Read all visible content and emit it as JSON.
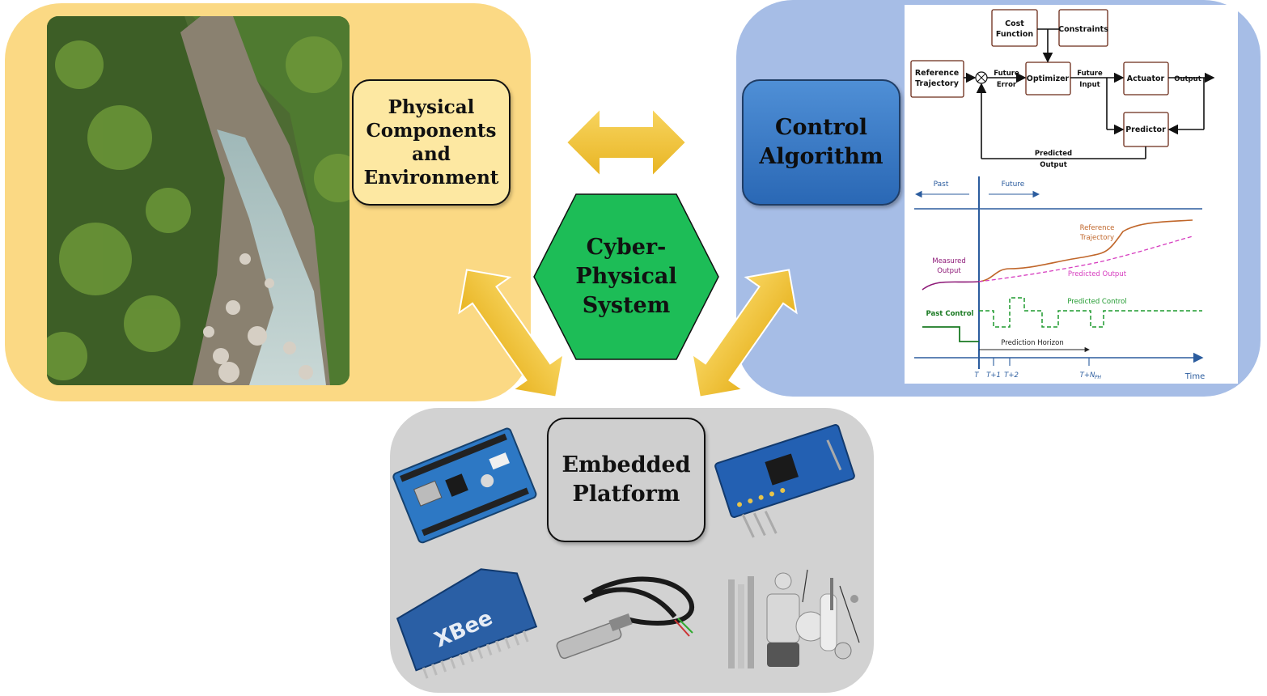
{
  "labels": {
    "physical": [
      "Physical",
      "Components",
      "and",
      "Environment"
    ],
    "control": [
      "Control",
      "Algorithm"
    ],
    "cps": [
      "Cyber-",
      "Physical",
      "System"
    ],
    "embedded": [
      "Embedded",
      "Platform"
    ]
  },
  "mpc_diagram": {
    "blocks": {
      "cost_function": [
        "Cost",
        "Function"
      ],
      "constraints": "Constraints",
      "reference_trajectory": [
        "Reference",
        "Trajectory"
      ],
      "optimizer": "Optimizer",
      "actuator": "Actuator",
      "predictor": "Predictor"
    },
    "signals": {
      "future_error": [
        "Future",
        "Error"
      ],
      "future_input": [
        "Future",
        "Input"
      ],
      "output": "Output",
      "predicted_output": [
        "Predicted",
        "Output"
      ]
    }
  },
  "chart_data": {
    "type": "line",
    "title": "",
    "annotations": {
      "past": "Past",
      "future": "Future",
      "reference_trajectory": [
        "Reference",
        "Trajectory"
      ],
      "measured_output": [
        "Measured",
        "Output"
      ],
      "predicted_output": "Predicted Output",
      "predicted_control": "Predicted Control",
      "past_control": "Past Control",
      "prediction_horizon": "Prediction Horizon"
    },
    "x_ticks": [
      "T",
      "T+1",
      "T+2",
      "T+N"
    ],
    "x_tick_subscript": "PH",
    "xlabel": "Time",
    "series": [
      {
        "name": "Reference Trajectory",
        "color": "#c0662a"
      },
      {
        "name": "Measured Output",
        "color": "#8e1a78"
      },
      {
        "name": "Predicted Output",
        "color": "#d63cbf"
      },
      {
        "name": "Predicted Control",
        "color": "#1f9a2e"
      },
      {
        "name": "Past Control",
        "color": "#1a7a22"
      }
    ]
  },
  "colors": {
    "physical_panel": "#fbd984",
    "control_panel": "#a6bde6",
    "embedded_panel": "#d2d2d2",
    "hexagon": "#1dbd57",
    "arrows": "#f5c842"
  },
  "icons": [
    "river-gorge-photo",
    "arduino-shield-image",
    "sensor-module-image",
    "xbee-module-image",
    "humidity-probe-image",
    "components-assortment-image"
  ]
}
